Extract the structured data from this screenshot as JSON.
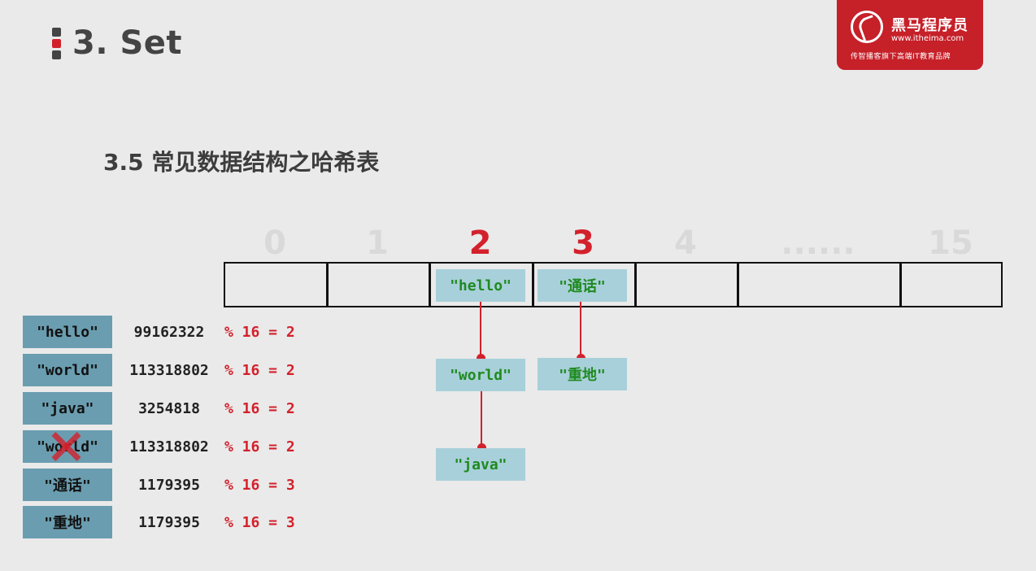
{
  "header": {
    "title": "3. Set"
  },
  "logo": {
    "name": "黑马程序员",
    "url": "www.itheima.com",
    "slogan": "传智播客旗下高端IT教育品牌"
  },
  "subtitle": "3.5 常见数据结构之哈希表",
  "array": {
    "indices": [
      "0",
      "1",
      "2",
      "3",
      "4",
      "......",
      "15"
    ],
    "highlighted": [
      "2",
      "3"
    ]
  },
  "buckets": {
    "bucket2": [
      "\"hello\"",
      "\"world\"",
      "\"java\""
    ],
    "bucket3": [
      "\"通话\"",
      "\"重地\""
    ]
  },
  "rows": [
    {
      "key": "\"hello\"",
      "hash": "99162322",
      "mod": "% 16 = 2",
      "crossed": false
    },
    {
      "key": "\"world\"",
      "hash": "113318802",
      "mod": "% 16 = 2",
      "crossed": false
    },
    {
      "key": "\"java\"",
      "hash": "3254818",
      "mod": "% 16 = 2",
      "crossed": false
    },
    {
      "key": "\"world\"",
      "hash": "113318802",
      "mod": "% 16 = 2",
      "crossed": true
    },
    {
      "key": "\"通话\"",
      "hash": "1179395",
      "mod": "% 16 = 3",
      "crossed": false
    },
    {
      "key": "\"重地\"",
      "hash": "1179395",
      "mod": "% 16 = 3",
      "crossed": false
    }
  ],
  "colors": {
    "accent": "#d3212c",
    "node": "#a8d0da",
    "key": "#6a9db0",
    "nodeText": "#1f8a1f"
  }
}
